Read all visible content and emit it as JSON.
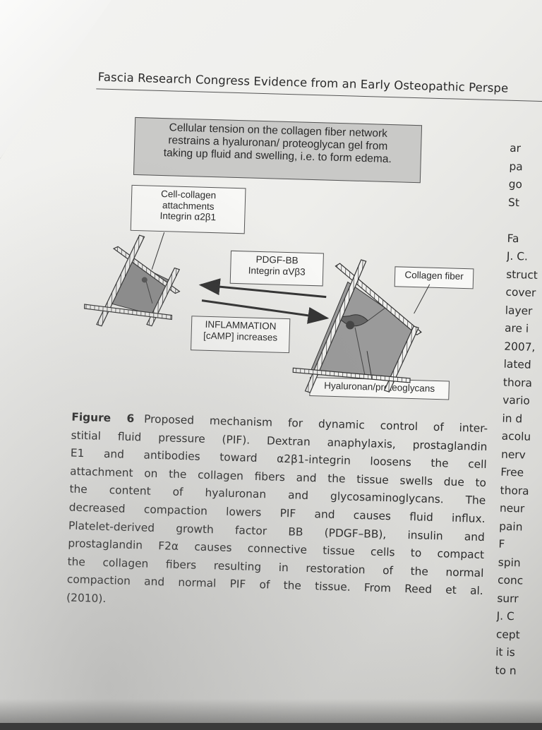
{
  "header": {
    "running_title": "Fascia Research Congress Evidence from an Early Osteopathic Perspe"
  },
  "figure": {
    "top_box": [
      "Cellular tension on the collagen fiber network",
      "restrains a hyaluronan/ proteoglycan gel from",
      "taking up fluid and swelling, i.e. to form edema."
    ],
    "cell_collagen_box": [
      "Cell-collagen",
      "attachments",
      "Integrin α2β1"
    ],
    "pdgf_box": [
      "PDGF-BB",
      "Integrin αVβ3"
    ],
    "inflammation_box": [
      "INFLAMMATION",
      "[cAMP] increases"
    ],
    "collagen_fiber_label": "Collagen fiber",
    "hyaluronan_label": "Hyaluronan/proteoglycans"
  },
  "caption": {
    "figure_label": "Figure 6",
    "lines": [
      "Proposed mechanism for dynamic control of inter-",
      "stitial fluid pressure (PIF). Dextran anaphylaxis, prostaglandin",
      "E1 and antibodies toward α2β1-integrin loosens the cell",
      "attachment on the collagen fibers and the tissue swells due to",
      "the content of hyaluronan and glycosaminoglycans. The",
      "decreased compaction lowers PIF and causes fluid influx.",
      "Platelet-derived growth factor BB (PDGF–BB), insulin and",
      "prostaglandin F2α causes connective tissue cells to compact",
      "the collagen fibers resulting in restoration of the normal",
      "compaction and normal PIF of the tissue. From Reed et al.",
      "(2010)."
    ]
  },
  "right_column": [
    "ar",
    "pa",
    "go",
    "St",
    "",
    "Fa",
    "J. C.",
    "struct",
    "cover",
    "layer",
    "are i",
    "2007,",
    "lated",
    "thora",
    "vario",
    "in d",
    "acolu",
    "nerv",
    "Free",
    "thora",
    "neur",
    "pain",
    "F",
    "spin",
    "conc",
    "surr",
    "J. C",
    "cept",
    "it is",
    "to n"
  ]
}
